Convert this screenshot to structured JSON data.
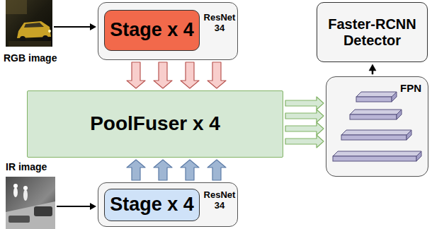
{
  "diagram": {
    "nodes": [
      {
        "text": [
          "ResNet 34"
        ]
      },
      {
        "text": [
          "Stage x 4"
        ],
        "in": 0
      },
      {
        "text": [
          "Faster-RCNN Detector"
        ]
      },
      {
        "text": [
          "PoolFuser x 4"
        ]
      },
      {
        "text": [
          "FPN"
        ]
      },
      {
        "text": [
          "ResNet 34"
        ]
      },
      {
        "text": [
          "Stage x 4"
        ],
        "in": 5
      }
    ],
    "edges": [
      {
        "from": 0,
        "to": 3,
        "arrow": "to"
      },
      {
        "from": 0,
        "to": 3,
        "arrow": "to"
      },
      {
        "from": 0,
        "to": 3,
        "arrow": "to"
      },
      {
        "from": 0,
        "to": 3,
        "arrow": "to"
      },
      {
        "from": 5,
        "to": 3,
        "arrow": "to"
      },
      {
        "from": 5,
        "to": 3,
        "arrow": "to"
      },
      {
        "from": 5,
        "to": 3,
        "arrow": "to"
      },
      {
        "from": 5,
        "to": 3,
        "arrow": "to"
      },
      {
        "from": 3,
        "to": 4,
        "arrow": "to"
      },
      {
        "from": 3,
        "to": 4,
        "arrow": "to"
      },
      {
        "from": 3,
        "to": 4,
        "arrow": "to"
      },
      {
        "from": 3,
        "to": 4,
        "arrow": "to"
      },
      {
        "from": 4,
        "to": 2,
        "arrow": "to"
      }
    ],
    "labels": [
      "RGB image",
      "IR image"
    ]
  }
}
